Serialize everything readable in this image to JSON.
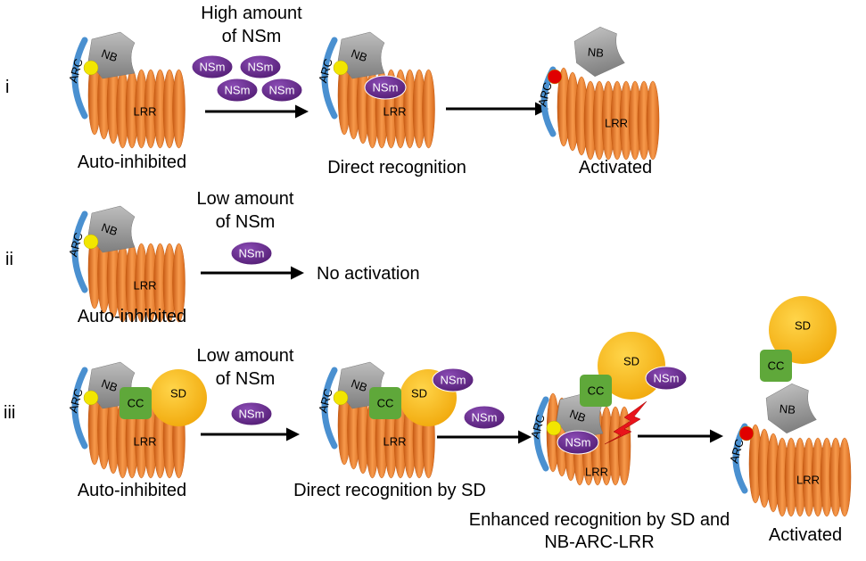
{
  "rows": [
    {
      "numeral": "i",
      "condition": [
        "High amount",
        "of NSm"
      ],
      "states": [
        "Auto-inhibited",
        "Direct recognition",
        "Activated"
      ]
    },
    {
      "numeral": "ii",
      "condition": [
        "Low amount",
        "of NSm"
      ],
      "states": [
        "Auto-inhibited"
      ],
      "outcome": "No activation"
    },
    {
      "numeral": "iii",
      "condition": [
        "Low amount",
        "of NSm"
      ],
      "states": [
        "Auto-inhibited",
        "Direct recognition by SD",
        "Enhanced recognition by SD and",
        "NB-ARC-LRR",
        "Activated"
      ]
    }
  ],
  "domains": {
    "nb": "NB",
    "arc": "ARC",
    "lrr": "LRR",
    "cc": "CC",
    "sd": "SD",
    "nsm": "NSm"
  },
  "colors": {
    "lrr": "#ee7d2c",
    "nb": "#9b9b9b",
    "arc": "#4a90d0",
    "cc": "#5fa83a",
    "sd": "#f7b91a",
    "nsm": "#6a2c8e",
    "inhibited_dot": "#f2e600",
    "activated_dot": "#e00000",
    "lightning": "#e8141b"
  }
}
